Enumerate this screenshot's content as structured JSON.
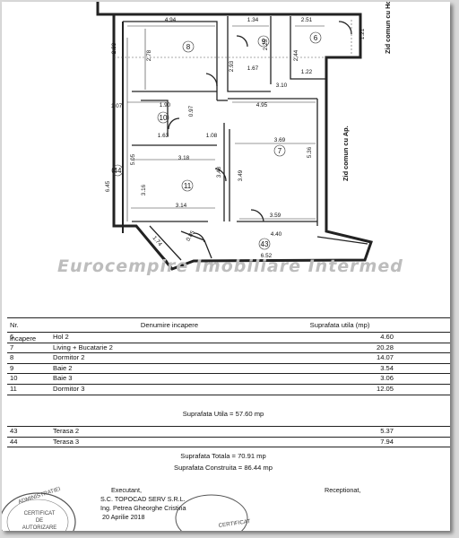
{
  "watermark": "Eurocempire Imobiliare Intermed",
  "plan": {
    "wall_label_top": "Zid comun cu Hol principal",
    "wall_label_right": "Zid comun cu Ap.",
    "dims": {
      "d494": "4.94",
      "d134": "1.34",
      "d251": "2.51",
      "d283": "2.83",
      "d278": "2.78",
      "d293": "2.93",
      "d223": "2.23",
      "d244": "2.44",
      "d121": "1.21",
      "d167": "1.67",
      "d122": "1.22",
      "d310": "3.10",
      "d107": "1.07",
      "d190": "1.90",
      "d495": "4.95",
      "d097": "0.97",
      "d163": "1.63",
      "d108": "1.08",
      "d369": "3.69",
      "d505": "5.05",
      "d536": "5.36",
      "d318": "3.18",
      "d645": "6.45",
      "d348": "3.48",
      "d316": "3.16",
      "d349": "3.49",
      "d314": "3.14",
      "d359": "3.59",
      "d174": "1.74",
      "d085": "0.85",
      "d440": "4.40",
      "d652": "6.52"
    },
    "rooms": {
      "r6": "6",
      "r7": "7",
      "r8": "8",
      "r9": "9",
      "r10": "10",
      "r11": "11",
      "r43": "43",
      "r44": "44"
    }
  },
  "table": {
    "headers": {
      "nr": "Nr. incapere",
      "name": "Denumire incapere",
      "area": "Suprafata utila (mp)"
    },
    "rooms": [
      {
        "nr": "6",
        "name": "Hol 2",
        "area": "4.60"
      },
      {
        "nr": "7",
        "name": "Living + Bucatarie 2",
        "area": "20.28"
      },
      {
        "nr": "8",
        "name": "Dormitor 2",
        "area": "14.07"
      },
      {
        "nr": "9",
        "name": "Baie 2",
        "area": "3.54"
      },
      {
        "nr": "10",
        "name": "Baie 3",
        "area": "3.06"
      },
      {
        "nr": "11",
        "name": "Dormitor 3",
        "area": "12.05"
      }
    ],
    "useful_total": "Suprafata Utila = 57.60 mp",
    "terraces": [
      {
        "nr": "43",
        "name": "Terasa 2",
        "area": "5.37"
      },
      {
        "nr": "44",
        "name": "Terasa 3",
        "area": "7.94"
      }
    ],
    "total_area": "Suprafata Totala = 70.91 mp",
    "built_area": "Suprafata Construita = 86.44 mp"
  },
  "signatures": {
    "executant": "Executant,",
    "company": "S.C. TOPOCAD SERV S.R.L.",
    "engineer": "Ing. Petrea Gheorghe Cristina",
    "date": "20 Aprilie 2018",
    "receptionat": "Receptionat,",
    "stamp_top": "ADMINISTRATIEI",
    "stamp_line1": "CERTIFICAT",
    "stamp_line2": "DE",
    "stamp_line3": "AUTORIZARE",
    "stamp_right": "CERTIFICAT"
  }
}
